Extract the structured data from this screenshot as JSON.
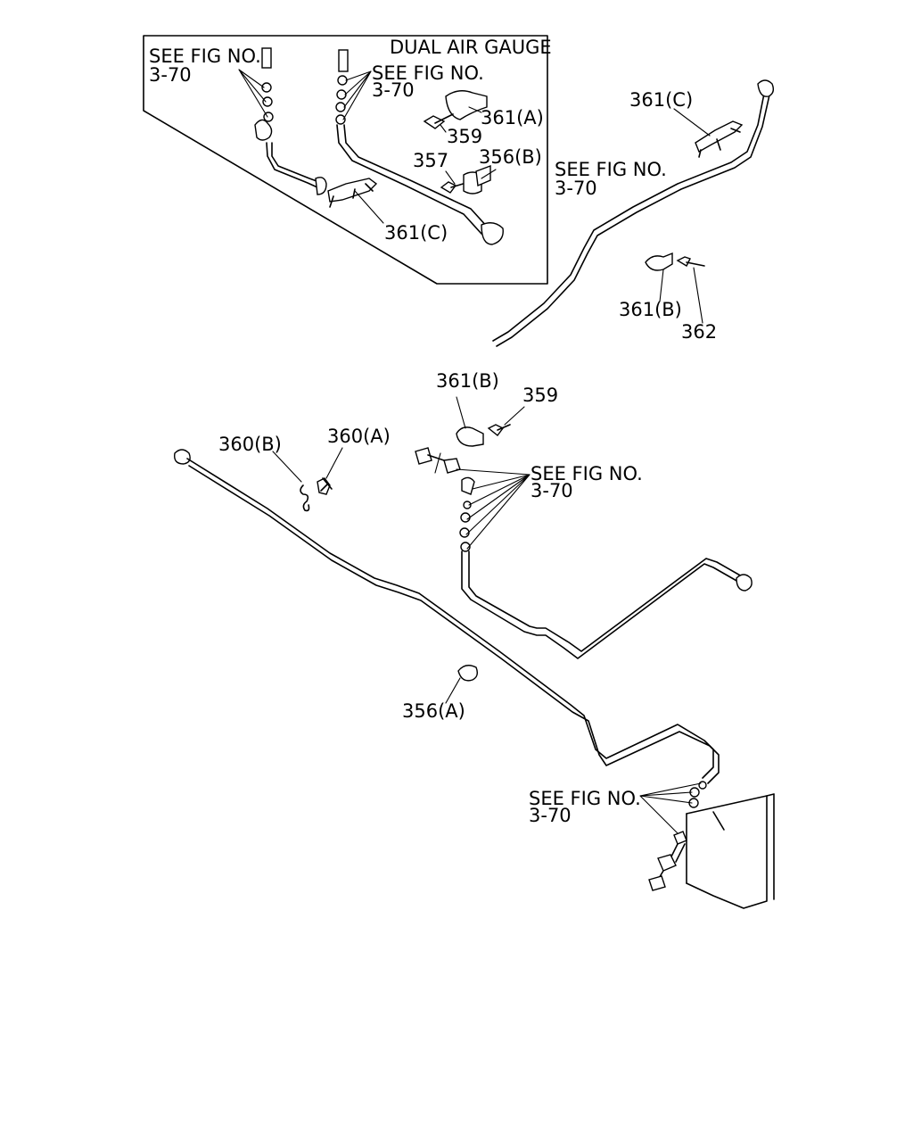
{
  "inset": {
    "title": "DUAL  AIR GAUGE",
    "see_fig_left_1": "SEE FIG NO.",
    "see_fig_left_2": "3-70",
    "see_fig_mid_1": "SEE FIG NO.",
    "see_fig_mid_2": "3-70",
    "part_361a": "361(A)",
    "part_359": "359",
    "part_357": "357",
    "part_356b": "356(B)",
    "part_361c": "361(C)"
  },
  "upper_right": {
    "part_361c": "361(C)",
    "see_fig_1": "SEE FIG NO.",
    "see_fig_2": "3-70",
    "part_361b": "361(B)",
    "part_362": "362"
  },
  "middle": {
    "part_361b": "361(B)",
    "part_359": "359",
    "part_360b": "360(B)",
    "part_360a": "360(A)",
    "see_fig_1": "SEE FIG NO.",
    "see_fig_2": "3-70"
  },
  "lower": {
    "part_356a": "356(A)",
    "see_fig_1": "SEE FIG NO.",
    "see_fig_2": "3-70"
  }
}
